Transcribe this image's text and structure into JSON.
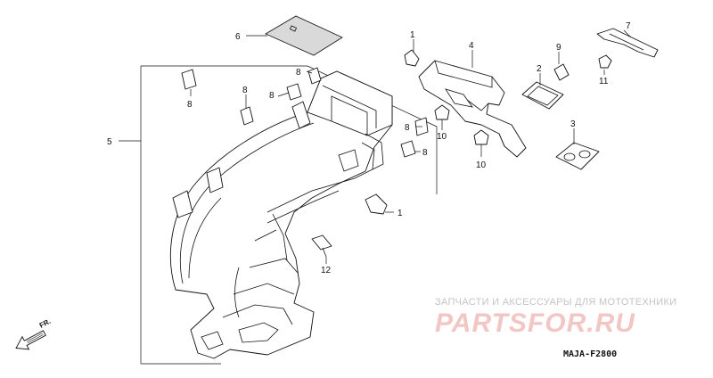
{
  "diagram": {
    "callouts": [
      {
        "id": "c1a",
        "text": "1"
      },
      {
        "id": "c1b",
        "text": "1"
      },
      {
        "id": "c2",
        "text": "2"
      },
      {
        "id": "c3",
        "text": "3"
      },
      {
        "id": "c4",
        "text": "4"
      },
      {
        "id": "c5",
        "text": "5"
      },
      {
        "id": "c6",
        "text": "6"
      },
      {
        "id": "c7",
        "text": "7"
      },
      {
        "id": "c8a",
        "text": "8"
      },
      {
        "id": "c8b",
        "text": "8"
      },
      {
        "id": "c8c",
        "text": "8"
      },
      {
        "id": "c8d",
        "text": "8"
      },
      {
        "id": "c8e",
        "text": "8"
      },
      {
        "id": "c8f",
        "text": "8"
      },
      {
        "id": "c9",
        "text": "9"
      },
      {
        "id": "c10a",
        "text": "10"
      },
      {
        "id": "c10b",
        "text": "10"
      },
      {
        "id": "c11",
        "text": "11"
      },
      {
        "id": "c12",
        "text": "12"
      }
    ],
    "direction_label": "FR.",
    "drawing_code": "MAJA-F2800"
  },
  "watermark": {
    "line1": "ЗАПЧАСТИ И АКСЕССУАРЫ ДЛЯ МОТОТЕХНИКИ",
    "line2": "PARTSFOR.RU"
  },
  "colors": {
    "line": "#111111",
    "watermark_gray": "#c4c4c4",
    "watermark_red": "#f3c6c6"
  }
}
